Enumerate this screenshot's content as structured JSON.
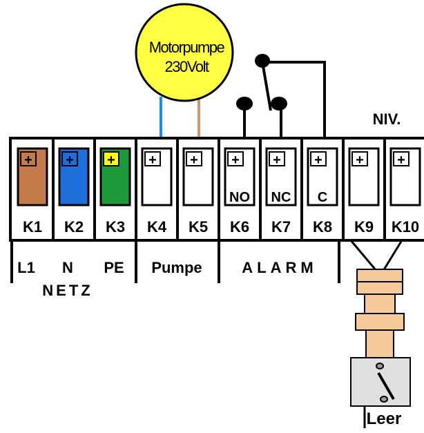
{
  "motor": {
    "line1": "Motorpumpe",
    "line2": "230Volt",
    "fill": "#ffff44"
  },
  "niv_label": "NIV.",
  "plus_symbol": "+",
  "terminals": [
    {
      "id": "K1",
      "color": "#c47a4a"
    },
    {
      "id": "K2",
      "color": "#1e6fd9"
    },
    {
      "id": "K3",
      "color": "#1f9a3a",
      "top_color": "#ffff00"
    },
    {
      "id": "K4",
      "color": "#ffffff"
    },
    {
      "id": "K5",
      "color": "#ffffff"
    },
    {
      "id": "K6",
      "color": "#ffffff",
      "contact": "NO"
    },
    {
      "id": "K7",
      "color": "#ffffff",
      "contact": "NC"
    },
    {
      "id": "K8",
      "color": "#ffffff",
      "contact": "C"
    },
    {
      "id": "K9",
      "color": "#ffffff"
    },
    {
      "id": "K10",
      "color": "#ffffff"
    }
  ],
  "groups": {
    "l1": "L1",
    "n": "N",
    "pe": "PE",
    "netz": "NETZ",
    "pumpe": "Pumpe",
    "alarm": "ALARM"
  },
  "float_switch": {
    "label": "Leer",
    "body_color": "#f5c99a",
    "box_color": "#e0e0e0"
  },
  "wire_colors": {
    "blue": "#1a8fe0",
    "brown": "#c79a6a"
  }
}
